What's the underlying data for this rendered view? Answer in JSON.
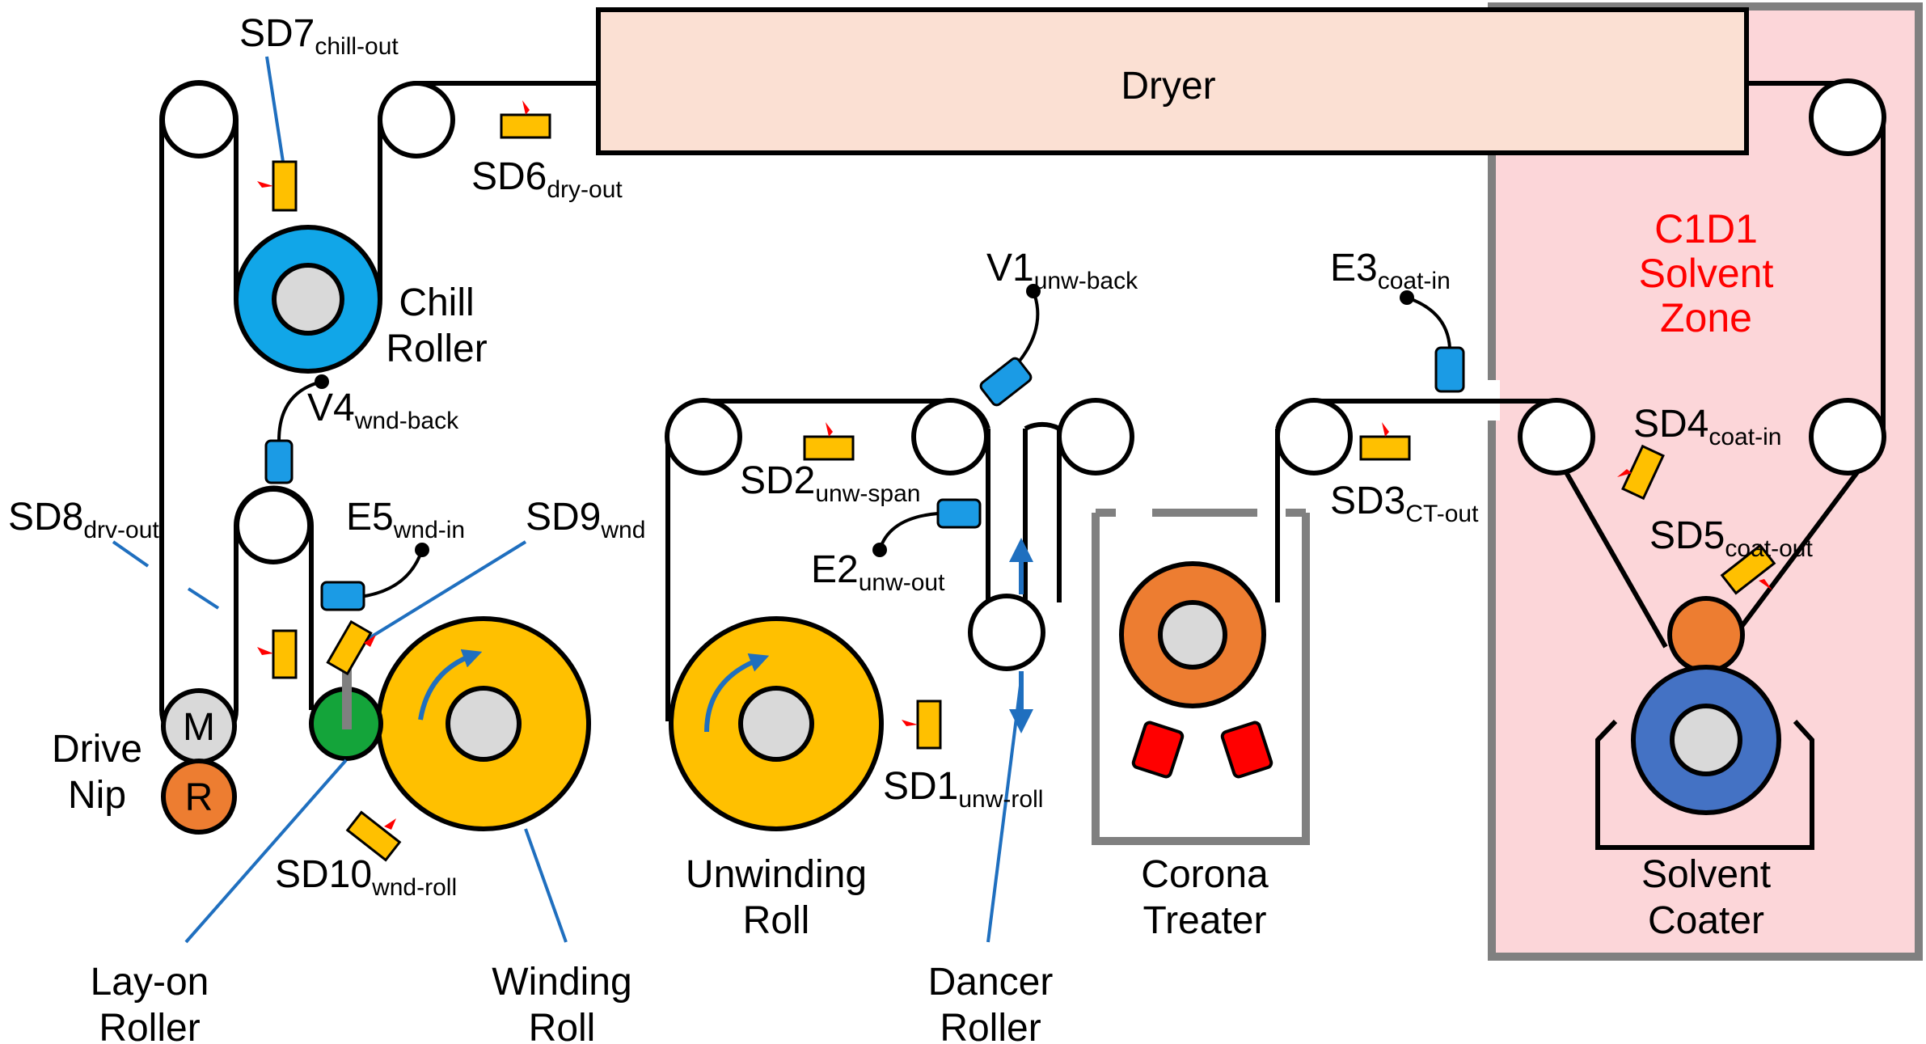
{
  "colors": {
    "web": "#000000",
    "sensor_yellow": "#ffc000",
    "sensor_blue": "#1b9be5",
    "leader_blue": "#1f6fbf",
    "arrow_red": "#ff0000",
    "chill_blue": "#11a6e8",
    "solvent_zone_fill": "#fcd6d9",
    "solvent_zone_border": "#808080",
    "dryer_fill": "#fbe0d3",
    "yellow_roll": "#ffc000",
    "orange_roll": "#ed7d31",
    "green_roller": "#14a43a",
    "coater_blue": "#4472c4",
    "gray_core": "#d9d9d9",
    "corona_red": "#ff0000"
  },
  "units": {
    "dryer": "Dryer",
    "chill_roller": {
      "line1": "Chill",
      "line2": "Roller"
    },
    "drive_nip": {
      "line1": "Drive",
      "line2": "Nip",
      "motor": "M",
      "roller": "R"
    },
    "lay_on_roller": {
      "line1": "Lay-on",
      "line2": "Roller"
    },
    "winding_roll": {
      "line1": "Winding",
      "line2": "Roll"
    },
    "unwinding_roll": {
      "line1": "Unwinding",
      "line2": "Roll"
    },
    "dancer_roller": {
      "line1": "Dancer",
      "line2": "Roller"
    },
    "corona_treater": {
      "line1": "Corona",
      "line2": "Treater"
    },
    "solvent_coater": {
      "line1": "Solvent",
      "line2": "Coater"
    },
    "solvent_zone": {
      "line1": "C1D1",
      "line2": "Solvent",
      "line3": "Zone"
    }
  },
  "sensors": {
    "sd1": {
      "main": "SD1",
      "sub": "unw-roll"
    },
    "sd2": {
      "main": "SD2",
      "sub": "unw-span"
    },
    "sd3": {
      "main": "SD3",
      "sub": "CT-out"
    },
    "sd4": {
      "main": "SD4",
      "sub": "coat-in"
    },
    "sd5": {
      "main": "SD5",
      "sub": "coat-out"
    },
    "sd6": {
      "main": "SD6",
      "sub": "dry-out"
    },
    "sd7": {
      "main": "SD7",
      "sub": "chill-out"
    },
    "sd8": {
      "main": "SD8",
      "sub": "drv-out"
    },
    "sd9": {
      "main": "SD9",
      "sub": "wnd"
    },
    "sd10": {
      "main": "SD10",
      "sub": "wnd-roll"
    },
    "v1": {
      "main": "V1",
      "sub": "unw-back"
    },
    "v4": {
      "main": "V4",
      "sub": "wnd-back"
    },
    "e2": {
      "main": "E2",
      "sub": "unw-out"
    },
    "e3": {
      "main": "E3",
      "sub": "coat-in"
    },
    "e5": {
      "main": "E5",
      "sub": "wnd-in"
    }
  }
}
